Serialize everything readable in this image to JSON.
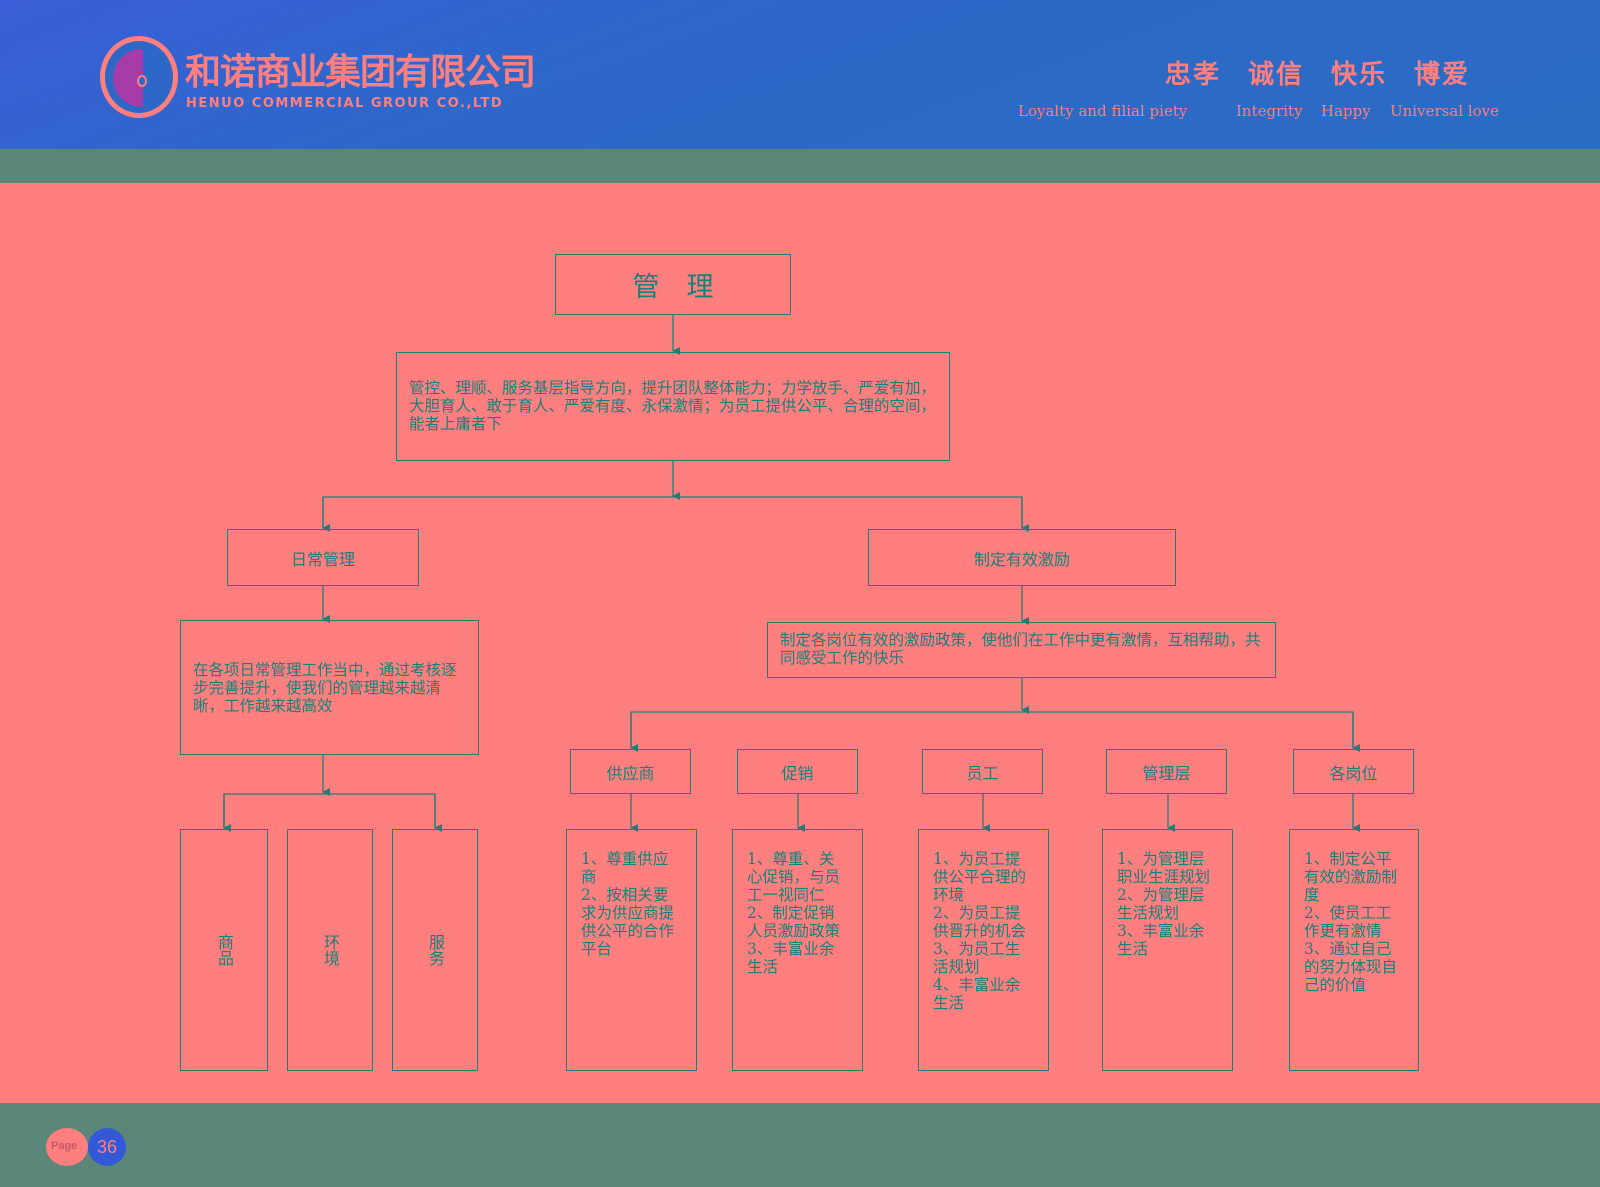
{
  "header": {
    "company_cn": "和诺商业集团有限公司",
    "company_en": "HENUO COMMERCIAL GROUR CO.,LTD",
    "values": [
      {
        "cn": "忠孝",
        "en": "Loyalty and filial piety"
      },
      {
        "cn": "诚信",
        "en": "Integrity"
      },
      {
        "cn": "快乐",
        "en": "Happy"
      },
      {
        "cn": "博爱",
        "en": "Universal love"
      }
    ]
  },
  "chart": {
    "root": "管　理",
    "root_desc": "管控、理顺、服务基层指导方向，提升团队整体能力；力学放手、严爱有加，大胆育人、敢于育人、严爱有度、永保激情；为员工提供公平、合理的空间，能者上庸者下",
    "left": {
      "title": "日常管理",
      "desc": "在各项日常管理工作当中，通过考核逐步完善提升，使我们的管理越来越清晰，工作越来越高效",
      "children": [
        "商品",
        "环境",
        "服务"
      ]
    },
    "right": {
      "title": "制定有效激励",
      "desc": "制定各岗位有效的激励政策，使他们在工作中更有激情，互相帮助，共同感受工作的快乐",
      "children": [
        {
          "title": "供应商",
          "detail": "1、尊重供应商\n2、按相关要求为供应商提供公平的合作平台"
        },
        {
          "title": "促销",
          "detail": "1、尊重、关心促销，与员工一视同仁\n2、制定促销人员激励政策\n3、丰富业余生活"
        },
        {
          "title": "员工",
          "detail": "1、为员工提供公平合理的环境\n2、为员工提供晋升的机会\n3、为员工生活规划\n4、丰富业余生活"
        },
        {
          "title": "管理层",
          "detail": "1、为管理层职业生涯规划\n2、为管理层生活规划\n3、丰富业余生活"
        },
        {
          "title": "各岗位",
          "detail": "1、制定公平有效的激励制度\n2、使员工工作更有激情\n3、通过自己的努力体现自己的价值"
        }
      ]
    }
  },
  "footer": {
    "page_label": "Page",
    "page_number": "36"
  },
  "colors": {
    "header": "#2d68c8",
    "band": "#5b877a",
    "background": "#ff7f7f",
    "text": "#16807a"
  }
}
